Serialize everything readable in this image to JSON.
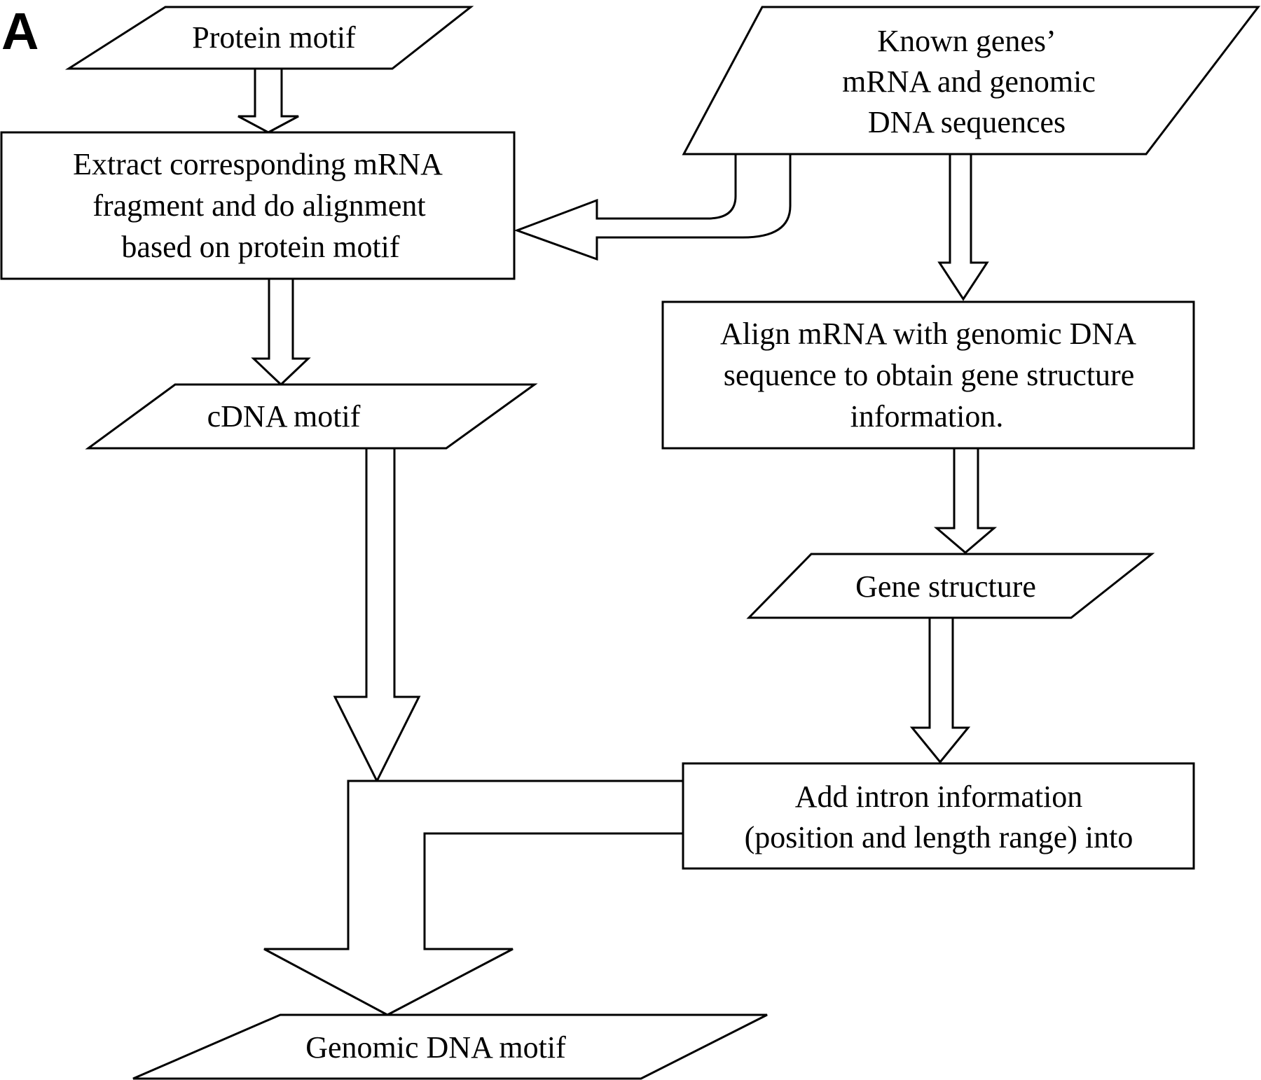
{
  "panel_letter": "A",
  "nodes": {
    "protein_motif": {
      "lines": [
        "Protein motif"
      ]
    },
    "known_genes": {
      "lines": [
        "Known genes’",
        "mRNA and genomic",
        "DNA sequences"
      ]
    },
    "extract_mrna": {
      "lines": [
        "Extract corresponding mRNA",
        "fragment and do alignment",
        "based on protein motif"
      ]
    },
    "align_mrna": {
      "lines": [
        "Align mRNA with genomic DNA",
        "sequence to obtain gene structure",
        "information."
      ]
    },
    "cdna_motif": {
      "lines": [
        "cDNA motif"
      ]
    },
    "gene_structure": {
      "lines": [
        "Gene structure"
      ]
    },
    "add_intron": {
      "lines": [
        "Add intron information",
        "(position and length range) into"
      ]
    },
    "genomic_dna_motif": {
      "lines": [
        "Genomic DNA motif"
      ]
    }
  }
}
